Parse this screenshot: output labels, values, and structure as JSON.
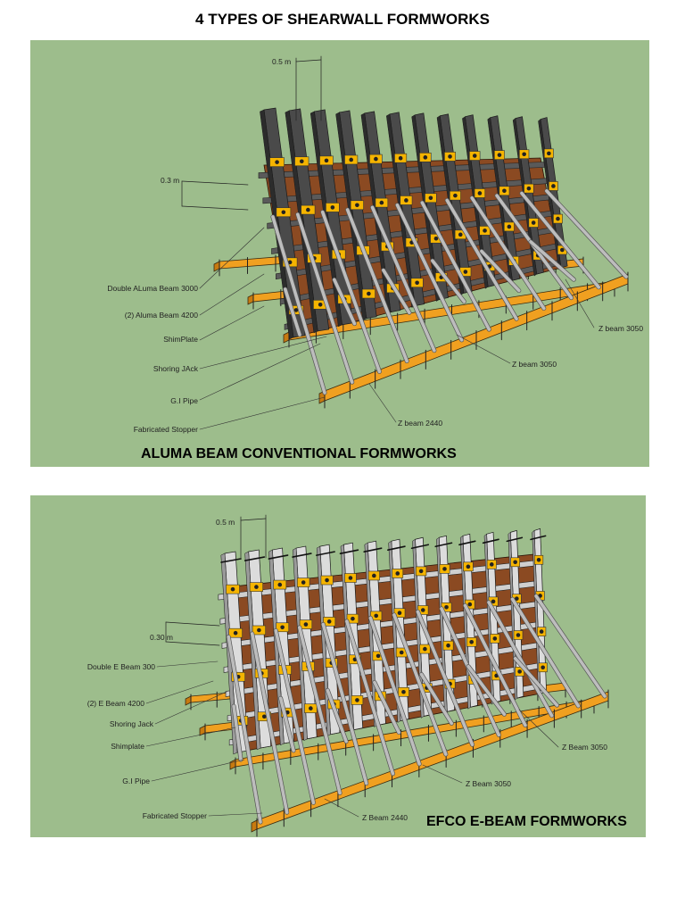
{
  "title": "4 TYPES OF SHEARWALL FORMWORKS",
  "colors": {
    "panel_bg": "#9dbd8c",
    "plywood": "#8b4a22",
    "timber": "#f0a020",
    "clamp": "#f5b400",
    "aluma_beam": "#4a4a4a",
    "e_beam": "#d8d8d8",
    "shoring": "#bdbdbd"
  },
  "aluma": {
    "caption": "ALUMA BEAM CONVENTIONAL FORMWORKS",
    "dim_top": "0.5 m",
    "dim_left": "0.3 m",
    "labels_left": [
      "Double ALuma Beam 3000",
      "(2) Aluma Beam 4200",
      "ShimPlate",
      "Shoring JAck",
      "G.I Pipe",
      "Fabricated Stopper"
    ],
    "labels_right": [
      "Z beam 3050",
      "Z beam 3050",
      "Z beam 2440"
    ]
  },
  "efco": {
    "caption": "EFCO E-BEAM FORMWORKS",
    "dim_top": "0.5 m",
    "dim_left": "0.30 m",
    "labels_left": [
      "Double E Beam 300",
      "(2) E Beam 4200",
      "Shoring Jack",
      "Shimplate",
      "G.I Pipe",
      "Fabricated Stopper"
    ],
    "labels_right": [
      "Z Beam 3050",
      "Z Beam 3050",
      "Z Beam 2440"
    ]
  }
}
